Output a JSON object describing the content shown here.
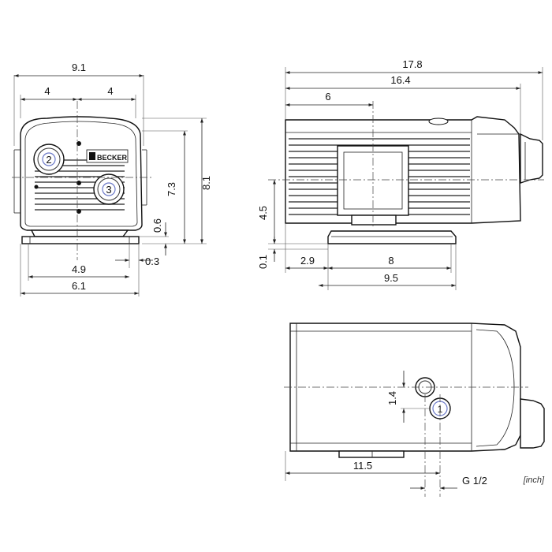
{
  "brand": "BECKER",
  "units": "[inch]",
  "front_view": {
    "dimensions": {
      "overall_width": "9.1",
      "left_half": "4",
      "right_half": "4",
      "height_total": "8.1",
      "height_axis": "7.3",
      "foot_height": "0.6",
      "foot_offset": "0.3",
      "foot_span": "4.9",
      "base_width": "6.1"
    },
    "ports": [
      "2",
      "3"
    ]
  },
  "side_view": {
    "dimensions": {
      "overall_length": "17.8",
      "body_length": "16.4",
      "to_center": "6",
      "axis_height": "4.5",
      "foot_gap": "0.1",
      "foot_offset": "2.9",
      "foot_span": "8",
      "foot_total": "9.5"
    }
  },
  "top_view": {
    "dimensions": {
      "port_offset": "1.4",
      "port_position": "11.5",
      "thread": "G 1/2"
    },
    "ports": [
      "1"
    ]
  }
}
